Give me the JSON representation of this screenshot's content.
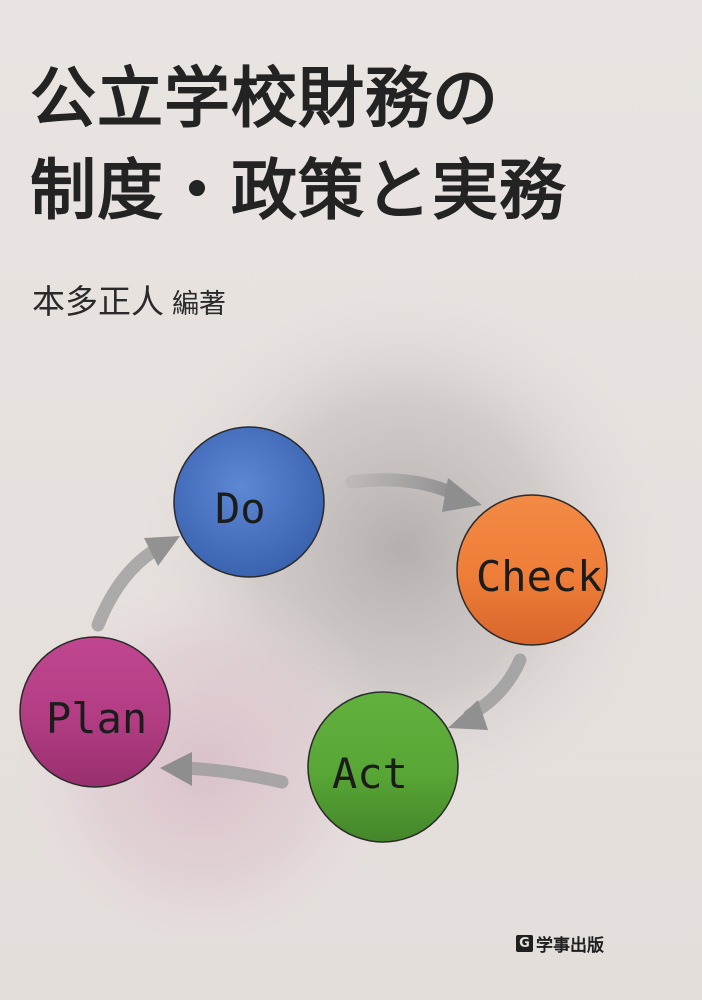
{
  "title": {
    "line1": "公立学校財務の",
    "line2": "制度・政策と実務"
  },
  "author": {
    "name": "本多正人",
    "role": "編著"
  },
  "cycle": {
    "do": "Do",
    "check": "Check",
    "act": "Act",
    "plan": "Plan"
  },
  "colors": {
    "do": "#4a74c4",
    "check": "#ee7f3c",
    "act": "#57a538",
    "plan": "#b63f86",
    "arrow": "#9a9a9a"
  },
  "publisher": {
    "logo": "G",
    "name": "学事出版"
  }
}
